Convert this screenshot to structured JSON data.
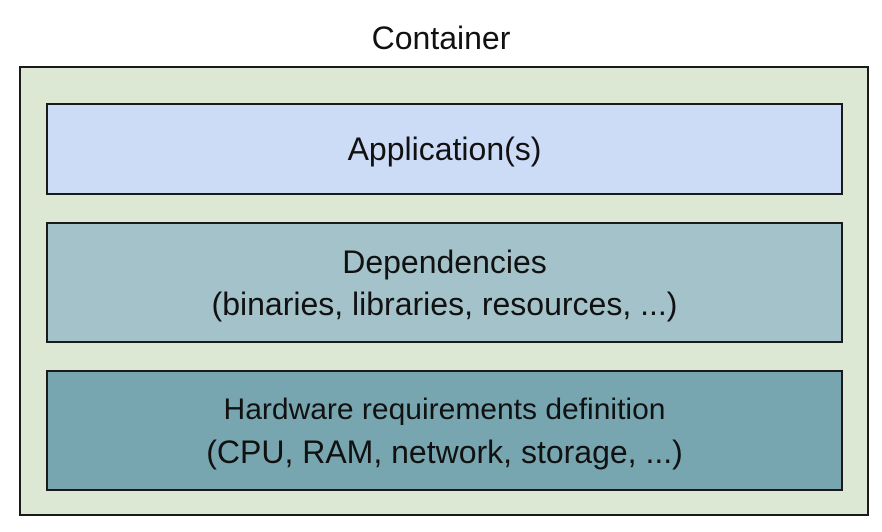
{
  "diagram": {
    "title": "Container",
    "colors": {
      "container_fill": "#dce8d4",
      "application_fill": "#ccdbf6",
      "dependencies_fill": "#a3c2ca",
      "hardware_fill": "#77a6b0",
      "border": "#1a1a1a"
    },
    "layers": [
      {
        "label": "Application(s)",
        "detail": ""
      },
      {
        "label": "Dependencies",
        "detail": "(binaries, libraries, resources, ...)"
      },
      {
        "label": "Hardware requirements definition",
        "detail": "(CPU, RAM, network, storage, ...)"
      }
    ]
  }
}
